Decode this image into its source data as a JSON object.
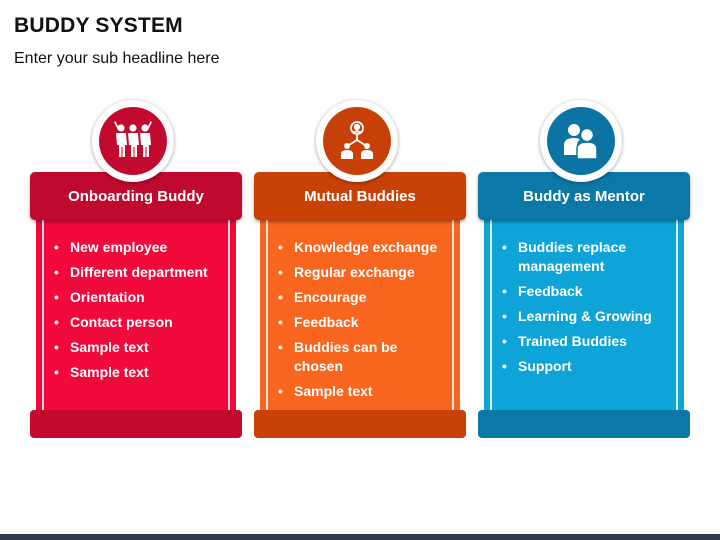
{
  "title": "BUDDY SYSTEM",
  "subtitle": "Enter your sub headline here",
  "cards": [
    {
      "title": "Onboarding Buddy",
      "icon": "team-group-icon",
      "colors": {
        "header": "#c0092f",
        "body": "#f2093b",
        "footer": "#c4092f",
        "icon": "#c20a30"
      },
      "items": [
        "New employee",
        "Different department",
        "Orientation",
        "Contact person",
        "Sample text",
        "Sample text"
      ]
    },
    {
      "title": "Mutual Buddies",
      "icon": "people-exchange-icon",
      "colors": {
        "header": "#c84208",
        "body": "#f7651e",
        "footer": "#c84208",
        "icon": "#c74008"
      },
      "items": [
        "Knowledge exchange",
        "Regular exchange",
        "Encourage",
        "Feedback",
        "Buddies can be chosen",
        "Sample text"
      ]
    },
    {
      "title": "Buddy as Mentor",
      "icon": "two-people-icon",
      "colors": {
        "header": "#0c78a8",
        "body": "#0ea4d8",
        "footer": "#0b78a8",
        "icon": "#0b74a4"
      },
      "items": [
        "Buddies replace management",
        "Feedback",
        "Learning & Growing",
        "Trained Buddies",
        "Support"
      ]
    }
  ]
}
